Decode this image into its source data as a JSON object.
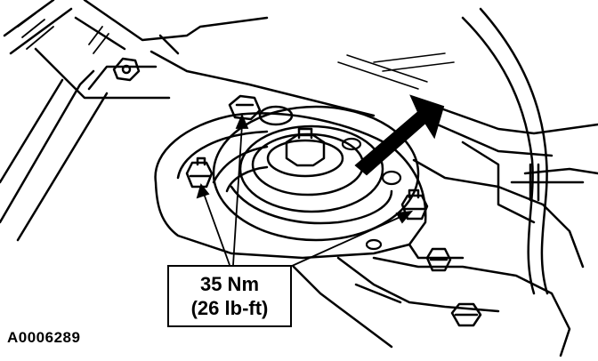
{
  "callout": {
    "line1": "35 Nm",
    "line2": "(26 lb-ft)"
  },
  "figure_id": "A0006289",
  "colors": {
    "ink": "#000000",
    "paper": "#ffffff"
  }
}
